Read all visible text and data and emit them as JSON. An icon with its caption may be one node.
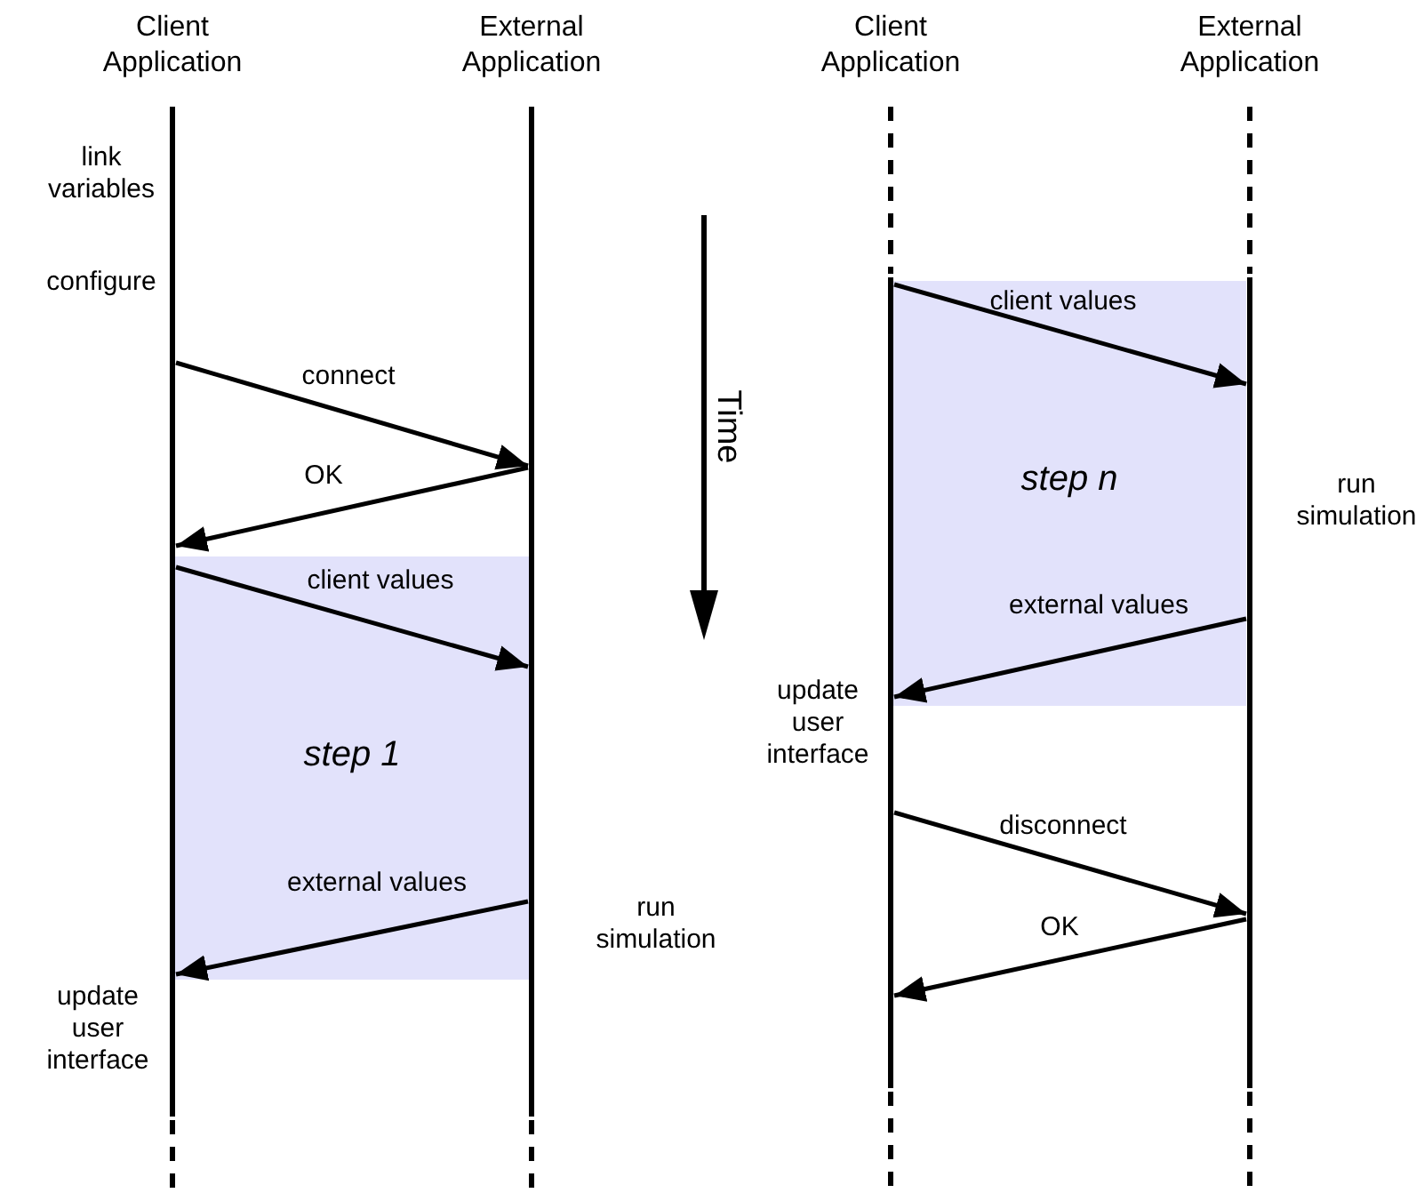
{
  "diagram": {
    "nodes": [
      {
        "text": [
          "Client Application"
        ]
      },
      {
        "text": [
          "External Application"
        ]
      },
      {
        "text": [
          "Client Application"
        ]
      },
      {
        "text": [
          "External Application"
        ]
      }
    ],
    "edges": [
      {
        "from": 0,
        "to": 1,
        "arrow": "to",
        "label": "connect"
      },
      {
        "from": 1,
        "to": 0,
        "arrow": "to",
        "label": "OK"
      },
      {
        "from": 0,
        "to": 1,
        "arrow": "to",
        "label": "client values"
      },
      {
        "from": 1,
        "to": 0,
        "arrow": "to",
        "label": "external values"
      },
      {
        "from": 2,
        "to": 3,
        "arrow": "to",
        "label": "client values"
      },
      {
        "from": 3,
        "to": 2,
        "arrow": "to",
        "label": "external values"
      },
      {
        "from": 2,
        "to": 3,
        "arrow": "to",
        "label": "disconnect"
      },
      {
        "from": 3,
        "to": 2,
        "arrow": "to",
        "label": "OK"
      }
    ],
    "labels": [
      "link variables",
      "configure",
      "Time",
      "step n",
      "run simulation",
      "update user interface",
      "step 1",
      "run simulation",
      "update user interface"
    ]
  }
}
